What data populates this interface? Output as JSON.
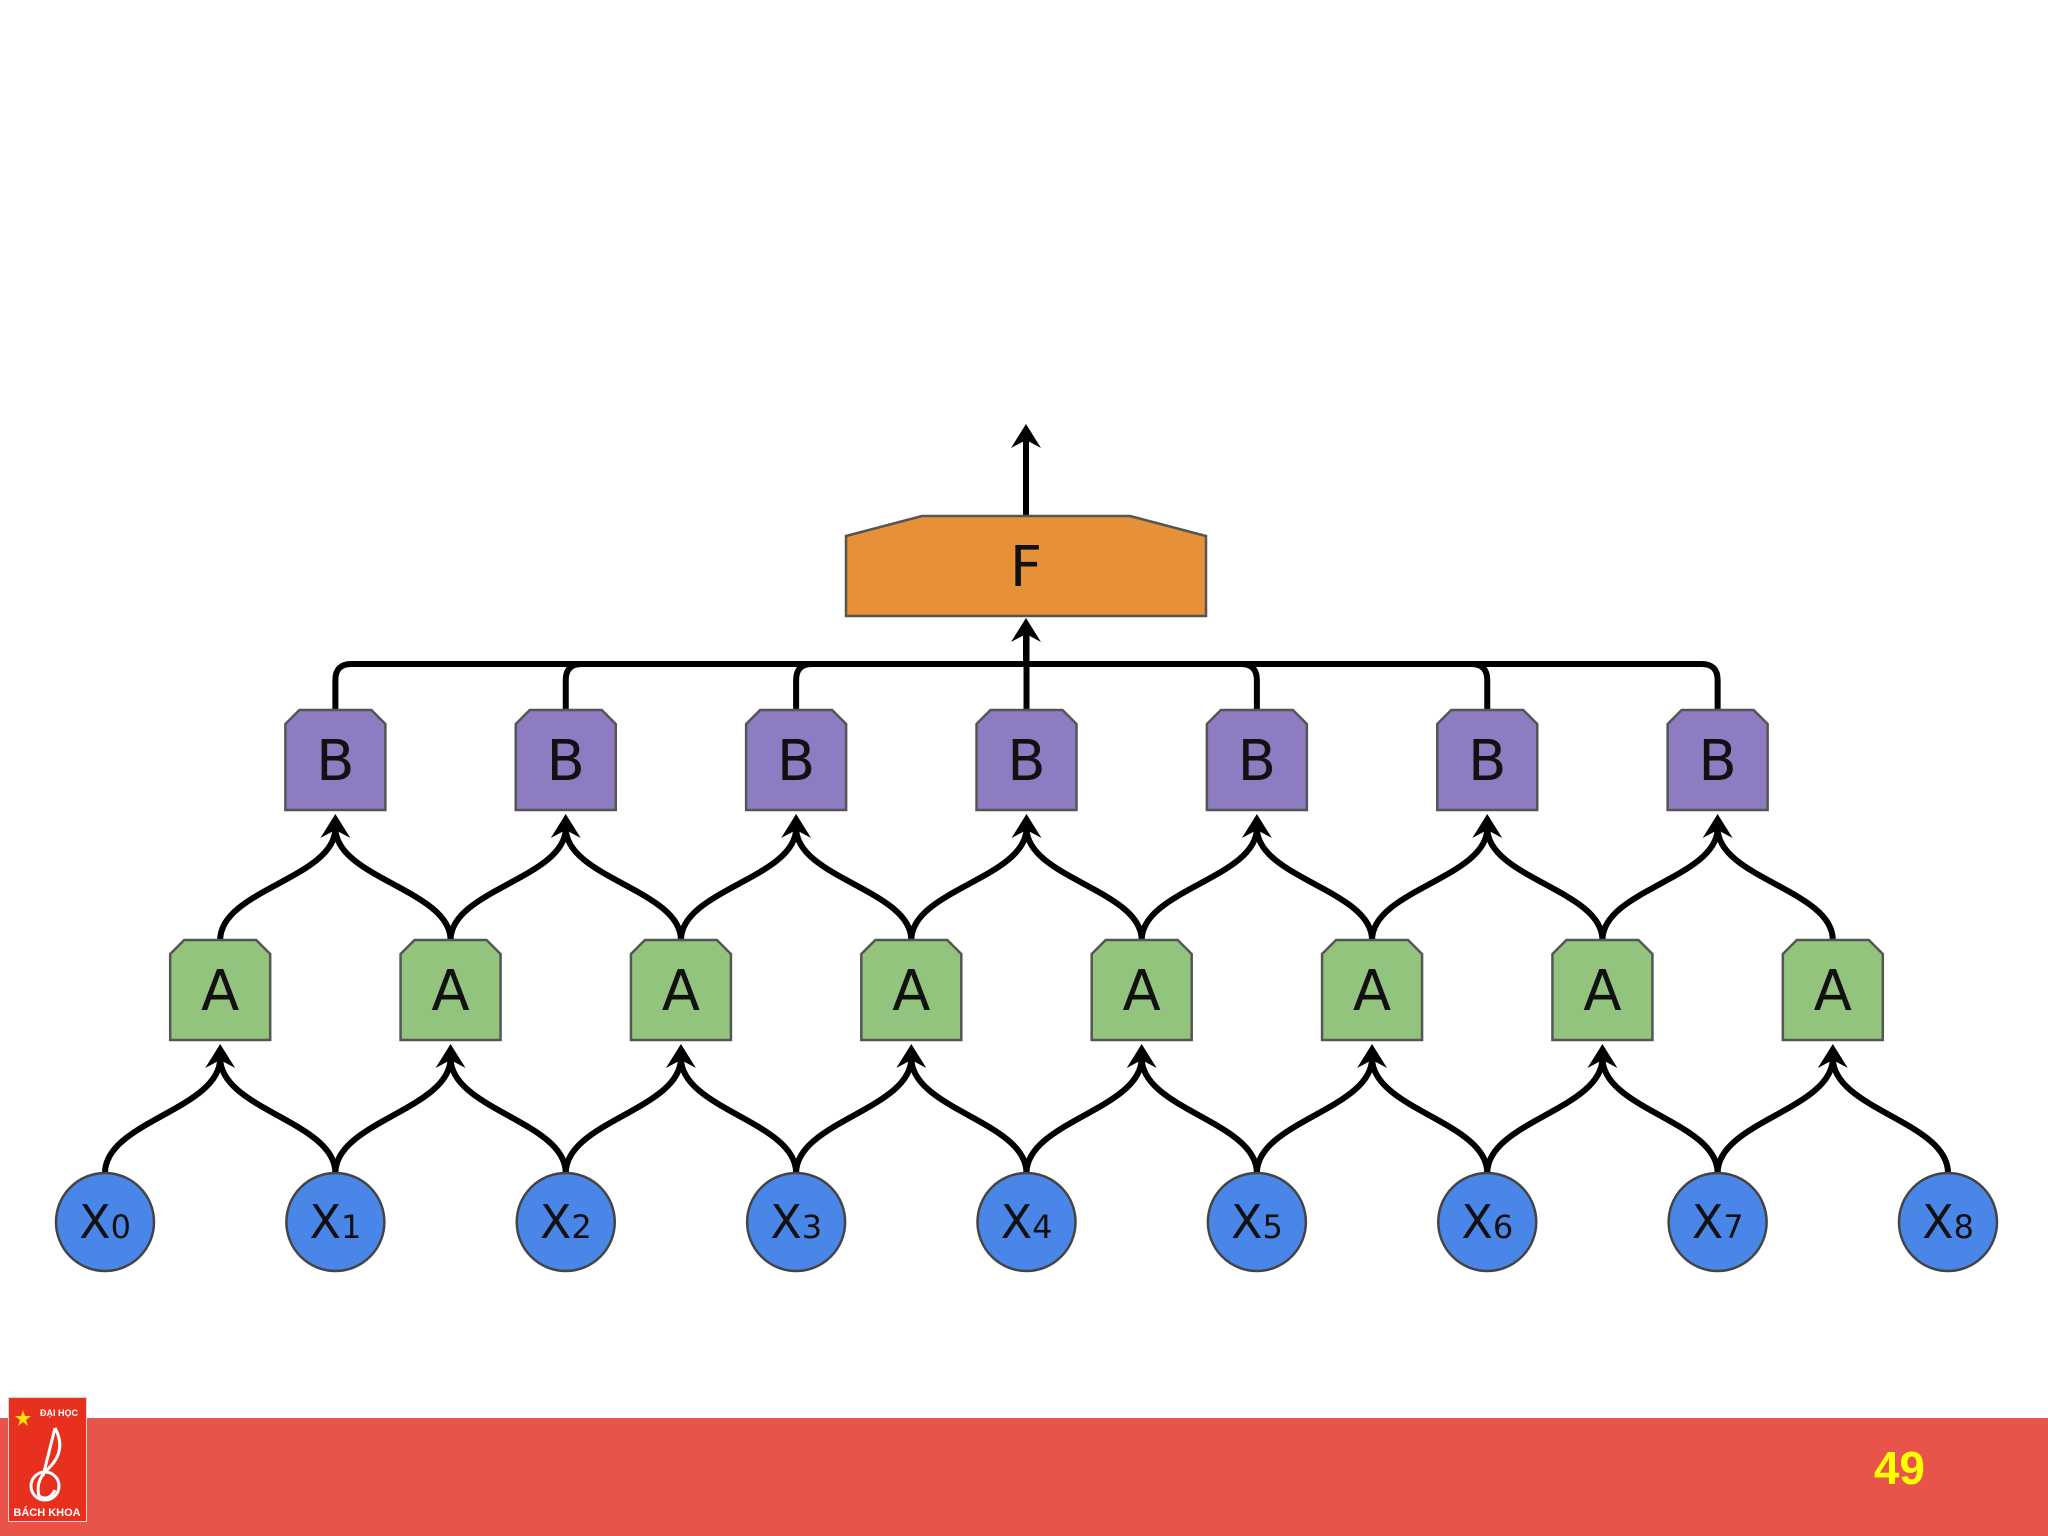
{
  "diagram": {
    "output_node": {
      "label": "F",
      "color": "#e69138"
    },
    "b_nodes": {
      "label": "B",
      "color": "#8e7cc3",
      "count": 7
    },
    "a_nodes": {
      "label": "A",
      "color": "#93c47d",
      "count": 8
    },
    "input_nodes": {
      "color": "#4a86e8",
      "items": [
        {
          "base": "X",
          "sub": "0"
        },
        {
          "base": "X",
          "sub": "1"
        },
        {
          "base": "X",
          "sub": "2"
        },
        {
          "base": "X",
          "sub": "3"
        },
        {
          "base": "X",
          "sub": "4"
        },
        {
          "base": "X",
          "sub": "5"
        },
        {
          "base": "X",
          "sub": "6"
        },
        {
          "base": "X",
          "sub": "7"
        },
        {
          "base": "X",
          "sub": "8"
        }
      ]
    }
  },
  "footer": {
    "page_number": "49",
    "color": "#e8534a",
    "logo": {
      "line1": "ĐẠI HỌC",
      "line2": "BÁCH KHOA"
    }
  }
}
